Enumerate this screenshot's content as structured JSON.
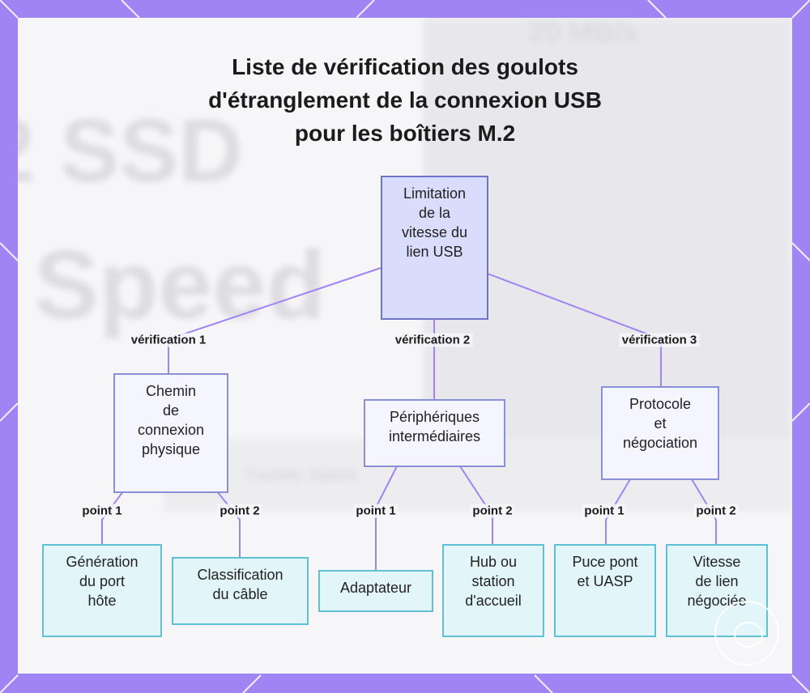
{
  "title_lines": [
    "Liste de vérification des goulots",
    "d'étranglement de la connexion USB",
    "pour les boîtiers M.2"
  ],
  "background_text": {
    "line1": "2 SSD",
    "line2": "Speed",
    "line3": "Transfer Speed",
    "line4": "20 MB/s"
  },
  "nodes": {
    "root": {
      "lines": [
        "Limitation",
        "de la",
        "vitesse du",
        "lien USB"
      ]
    },
    "chemin": {
      "lines": [
        "Chemin",
        "de",
        "connexion",
        "physique"
      ]
    },
    "peripheriques": {
      "lines": [
        "Périphériques",
        "intermédiaires"
      ]
    },
    "protocole": {
      "lines": [
        "Protocole",
        "et",
        "négociation"
      ]
    },
    "generation": {
      "lines": [
        "Génération",
        "du port",
        "hôte"
      ]
    },
    "classification": {
      "lines": [
        "Classification",
        "du câble"
      ]
    },
    "adaptateur": {
      "lines": [
        "Adaptateur"
      ]
    },
    "hub": {
      "lines": [
        "Hub ou",
        "station",
        "d'accueil"
      ]
    },
    "puce": {
      "lines": [
        "Puce pont",
        "et UASP"
      ]
    },
    "vitesse": {
      "lines": [
        "Vitesse",
        "de lien",
        "négociée"
      ]
    }
  },
  "edge_labels": {
    "v1": "vérification 1",
    "v2": "vérification 2",
    "v3": "vérification 3",
    "chemin_p1": "point 1",
    "chemin_p2": "point 2",
    "periph_p1": "point 1",
    "periph_p2": "point 2",
    "proto_p1": "point 1",
    "proto_p2": "point 2"
  },
  "colors": {
    "frame": "#a184f3",
    "root_fill": "#d9dcfb",
    "root_border": "#6f74c7",
    "mid_fill": "#f4f5fe",
    "leaf_fill": "#e2f6fa",
    "leaf_border": "#5ec1d6",
    "edge": "#a184f3"
  }
}
